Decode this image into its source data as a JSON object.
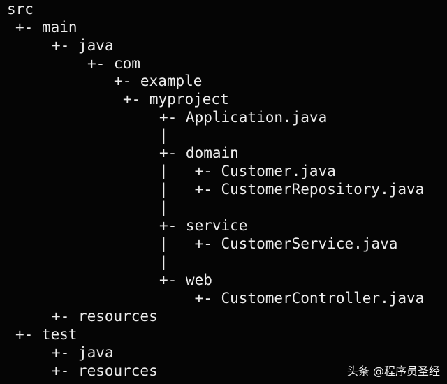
{
  "tree": {
    "lines": [
      "src",
      "+- main",
      "+- java",
      "+- com",
      "+- example",
      "+- myproject",
      "+- Application.java",
      "|",
      "+- domain",
      "|   +- Customer.java",
      "|   +- CustomerRepository.java",
      "|",
      "+- service",
      "|   +- CustomerService.java",
      "|",
      "+- web",
      "    +- CustomerController.java",
      "+- resources",
      "+- test",
      "+- java",
      "+- resources"
    ]
  },
  "watermark": "头条 @程序员圣经"
}
